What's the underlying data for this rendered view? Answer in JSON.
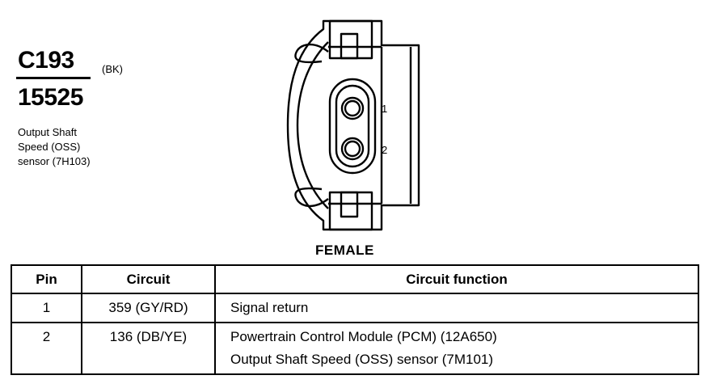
{
  "connector": {
    "id": "C193",
    "color_code": "(BK)",
    "part_number": "15525",
    "description_lines": [
      "Output Shaft",
      "Speed (OSS)",
      "sensor (7H103)"
    ]
  },
  "diagram": {
    "pin_labels": [
      "1",
      "2"
    ],
    "gender": "FEMALE"
  },
  "table": {
    "headers": {
      "pin": "Pin",
      "circuit": "Circuit",
      "function": "Circuit function"
    },
    "rows": [
      {
        "pin": "1",
        "circuit": "359 (GY/RD)",
        "function": [
          "Signal return"
        ]
      },
      {
        "pin": "2",
        "circuit": "136 (DB/YE)",
        "function": [
          "Powertrain Control Module (PCM) (12A650)",
          "Output Shaft Speed (OSS) sensor (7M101)"
        ]
      }
    ]
  }
}
